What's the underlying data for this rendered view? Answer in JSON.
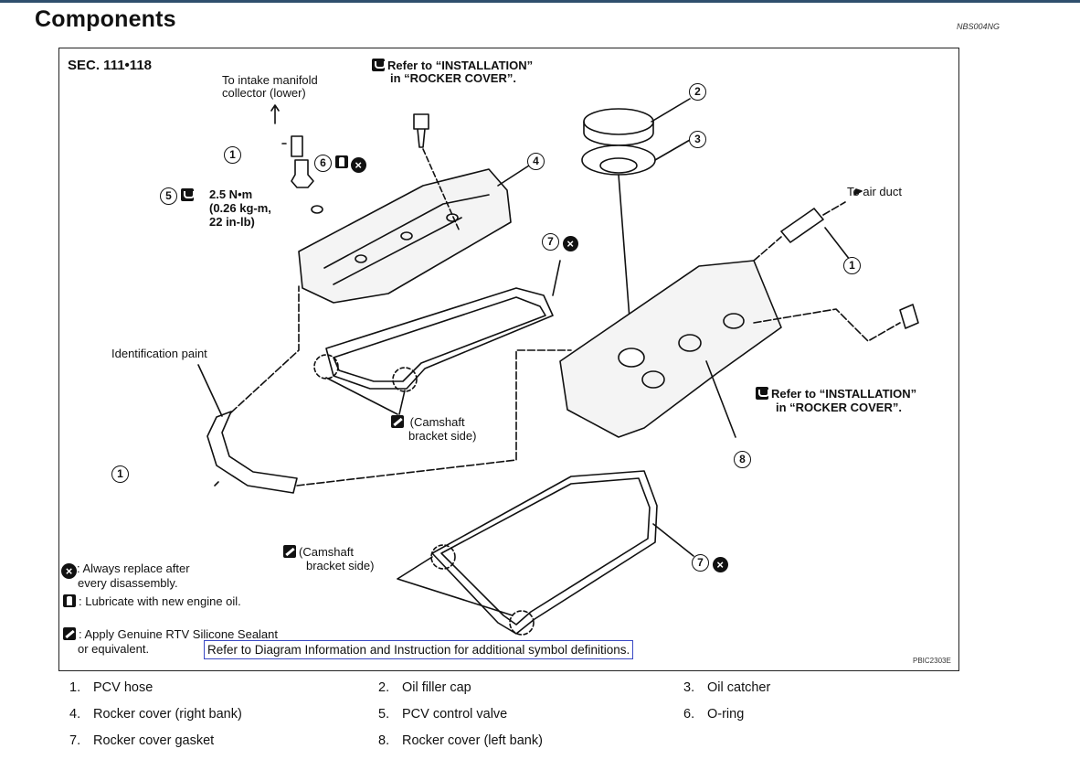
{
  "header": {
    "title": "Components",
    "code": "NBS004NG"
  },
  "figure": {
    "sec": "SEC. 111•118",
    "refer1": "Refer to “INSTALLATION”",
    "refer1b": "in “ROCKER COVER”.",
    "intake1": "To intake manifold",
    "intake2": "collector (lower)",
    "torque1": "2.5 N•m",
    "torque2": "(0.26 kg-m,",
    "torque3": "22 in-lb)",
    "air_duct": "To air duct",
    "id_paint": "Identification paint",
    "cam1a": "(Camshaft",
    "cam1b": "bracket side)",
    "refer2": "Refer to “INSTALLATION”",
    "refer2b": "in “ROCKER COVER”.",
    "cam2a": "(Camshaft",
    "cam2b": "bracket side)",
    "sym_replace1": ": Always replace after",
    "sym_replace2": "every disassembly.",
    "sym_lube": ": Lubricate with new engine oil.",
    "sym_rtv1": ": Apply Genuine RTV Silicone Sealant",
    "sym_rtv2": "or equivalent.",
    "link": "Refer to Diagram Information and Instruction for additional symbol definitions.",
    "fig_code": "PBIC2303E",
    "callouts": [
      "1",
      "2",
      "3",
      "4",
      "5",
      "6",
      "7",
      "8"
    ]
  },
  "legend": [
    {
      "n": "1.",
      "label": "PCV hose"
    },
    {
      "n": "2.",
      "label": "Oil filler cap"
    },
    {
      "n": "3.",
      "label": "Oil catcher"
    },
    {
      "n": "4.",
      "label": "Rocker cover (right bank)"
    },
    {
      "n": "5.",
      "label": "PCV control valve"
    },
    {
      "n": "6.",
      "label": "O-ring"
    },
    {
      "n": "7.",
      "label": "Rocker cover gasket"
    },
    {
      "n": "8.",
      "label": "Rocker cover (left bank)"
    }
  ]
}
